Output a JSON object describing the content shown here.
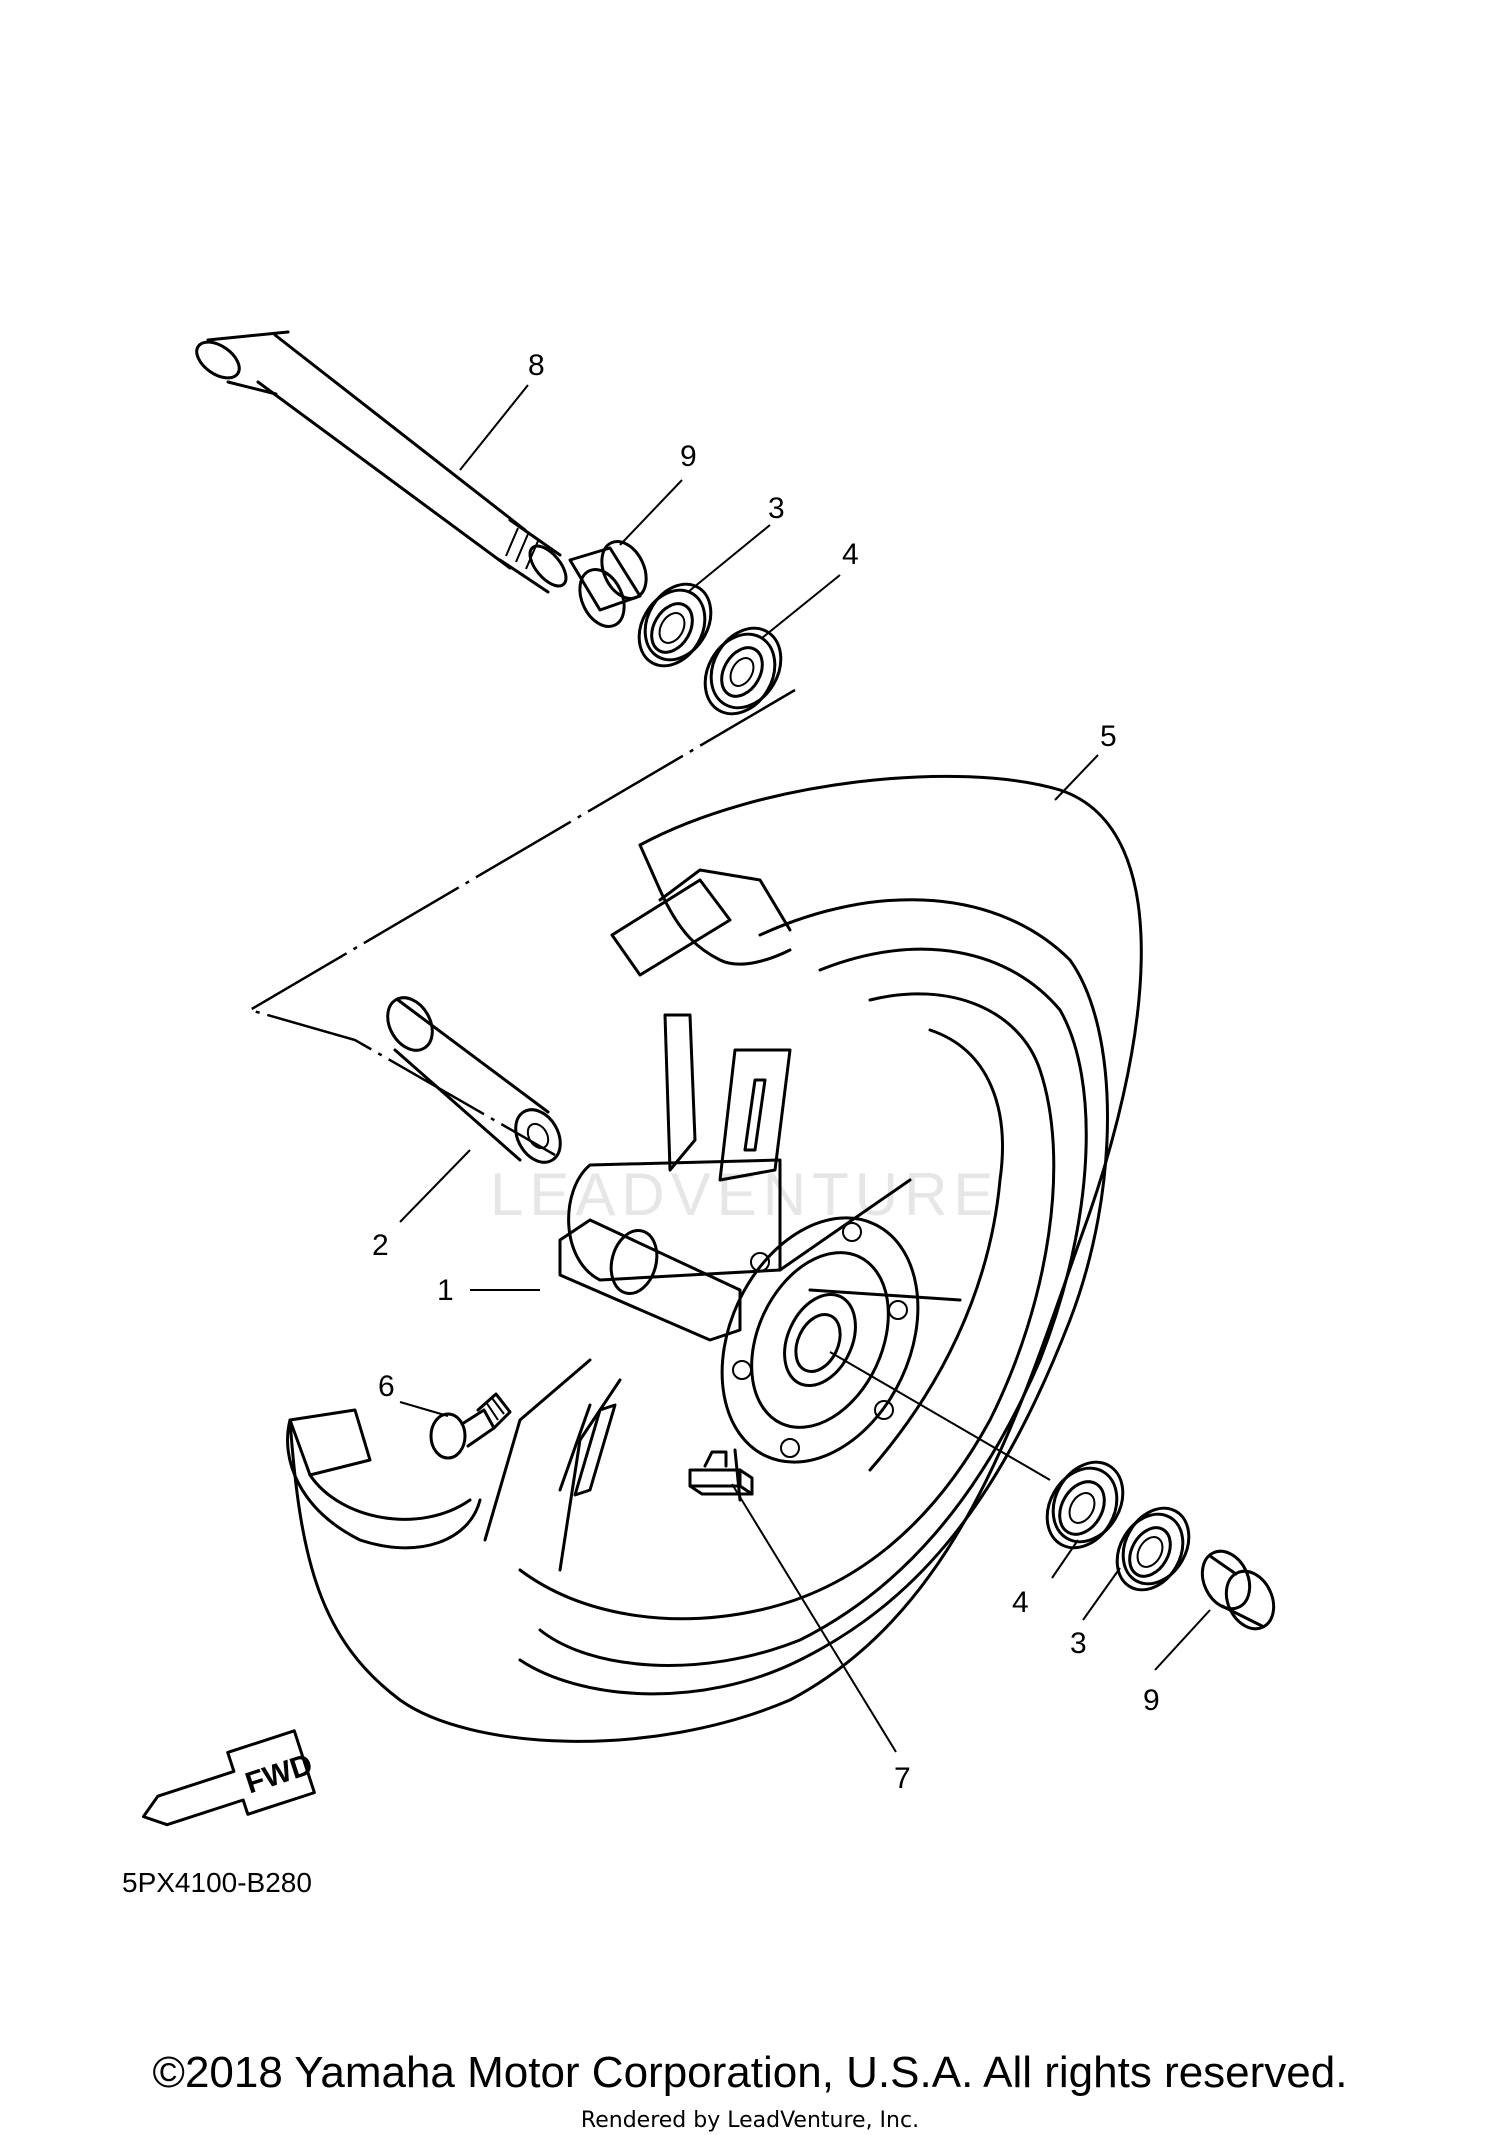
{
  "diagram": {
    "callouts": {
      "c1": "1",
      "c2": "2",
      "c3a": "3",
      "c3b": "3",
      "c4a": "4",
      "c4b": "4",
      "c5": "5",
      "c6": "6",
      "c7": "7",
      "c8": "8",
      "c9a": "9",
      "c9b": "9"
    },
    "fwd_label": "FWD",
    "diagram_code": "5PX4100-B280",
    "watermark": "LEADVENTURE"
  },
  "footer": {
    "copyright": "©2018 Yamaha Motor Corporation, U.S.A. All rights reserved.",
    "rendered_by": "Rendered by LeadVenture, Inc."
  }
}
